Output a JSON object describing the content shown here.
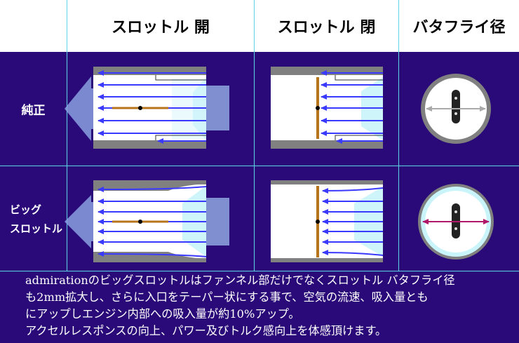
{
  "header": {
    "col1": "スロットル 開",
    "col2": "スロットル 閉",
    "col3": "バタフライ径"
  },
  "rows": {
    "stock": "純正",
    "big_line1": "ビッグ",
    "big_line2": "スロットル"
  },
  "description": {
    "line1": "admirationのビッグスロットルはファンネル部だけでなくスロットル バタフライ径",
    "line2": "も2mm拡大し、さらに入口をテーパー状にする事で、空気の流速、吸入量とも",
    "line3": "にアップしエンジン内部への吸入量が約10%アップ。",
    "line4": "アクセルレスポンスの向上、パワー及びトルク感向上を体感頂けます。"
  },
  "colors": {
    "background": "#2a0a78",
    "grid_lines": "#5fd3e8",
    "airflow_arrow": "#3a3aff",
    "throttle_plate": "#b8741a",
    "diameter_stock": "#aaaaaa",
    "diameter_big": "#b0186a"
  }
}
